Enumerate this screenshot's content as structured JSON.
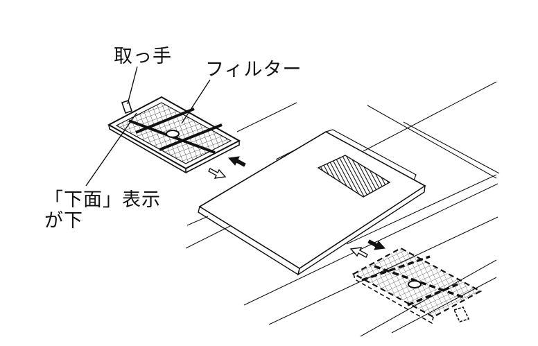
{
  "labels": {
    "handle": "取っ手",
    "filter": "フィルター",
    "bottom_side_line1": "「下面」表示",
    "bottom_side_line2": "が下"
  }
}
